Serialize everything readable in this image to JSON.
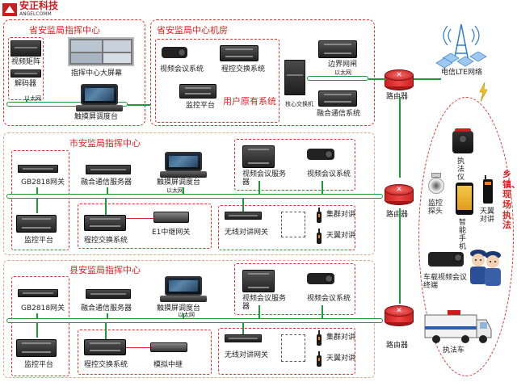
{
  "logo": {
    "brand_cn": "安正科技",
    "brand_en": "ANGELCOMM"
  },
  "province_command": {
    "title": "省安监局指挥中心",
    "video_matrix": "视频矩阵",
    "decoder": "解码器",
    "big_screen": "指挥中心大屏幕",
    "ethernet": "以太网",
    "touch_console": "触摸屏调度台"
  },
  "province_room": {
    "title": "省安监局中心机房",
    "video_conf": "视频会议系统",
    "pbx": "程控交换系统",
    "monitor": "监控平台",
    "existing": "用户原有系统",
    "core_switch": "核心交换机",
    "border_gateway": "边界网闸",
    "ethernet": "以太网",
    "fusion": "融合通信系统",
    "router": "路由器"
  },
  "lte": {
    "label": "电信LTE网络"
  },
  "city_command": {
    "title": "市安监局指挥中心",
    "gb_gateway": "GB2818网关",
    "fusion_server": "融合通信服务器",
    "touch_console": "触摸屏调度台",
    "video_server": "视频会议服务器",
    "video_system": "视频会议系统",
    "ethernet": "以太网",
    "monitor": "监控平台",
    "pbx": "程控交换系统",
    "e1_gateway": "E1中继网关",
    "radio_gateway": "无线对讲网关",
    "trunk_radio": "集群对讲",
    "tianyi_radio": "天翼对讲",
    "router": "路由器"
  },
  "county_command": {
    "title": "县安监局指挥中心",
    "gb_gateway": "GB2818网关",
    "fusion_server": "融合通信服务器",
    "touch_console": "触摸屏调度台",
    "video_server": "视频会议服务器",
    "video_system": "视频会议系统",
    "ethernet": "以太网",
    "monitor": "监控平台",
    "pbx": "程控交换系统",
    "analog_relay": "模拟中继",
    "radio_gateway": "无线对讲网关",
    "trunk_radio": "集群对讲",
    "tianyi_radio": "天翼对讲",
    "router": "路由器"
  },
  "field": {
    "title": "乡镇、现场执法",
    "law_recorder": "执法仪",
    "monitor_camera": "监控探头",
    "smart_phone": "智能手机",
    "tianyi_radio": "天翼对讲",
    "vehicle_video": "车载视频会议终端",
    "law_car": "执法车"
  }
}
